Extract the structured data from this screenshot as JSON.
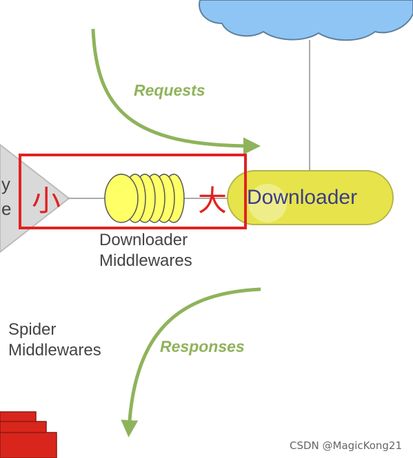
{
  "labels": {
    "requests": "Requests",
    "responses": "Responses",
    "downloader": "Downloader",
    "downloader_middlewares_line1": "Downloader",
    "downloader_middlewares_line2": "Middlewares",
    "spider_middlewares_line1": "Spider",
    "spider_middlewares_line2": "Middlewares",
    "engine_fragment_line1": "y",
    "engine_fragment_line2": "e",
    "small": "小",
    "large": "大"
  },
  "watermark": "CSDN @MagicKong21",
  "colors": {
    "arrow_green": "#8fb35b",
    "cloud_blue": "#8ec5f5",
    "downloader_yellow": "#e6e44a",
    "middleware_yellow": "#ffff66",
    "highlight_red": "#e02222",
    "engine_gray": "#d9d9d9",
    "stack_red": "#d9261c"
  }
}
